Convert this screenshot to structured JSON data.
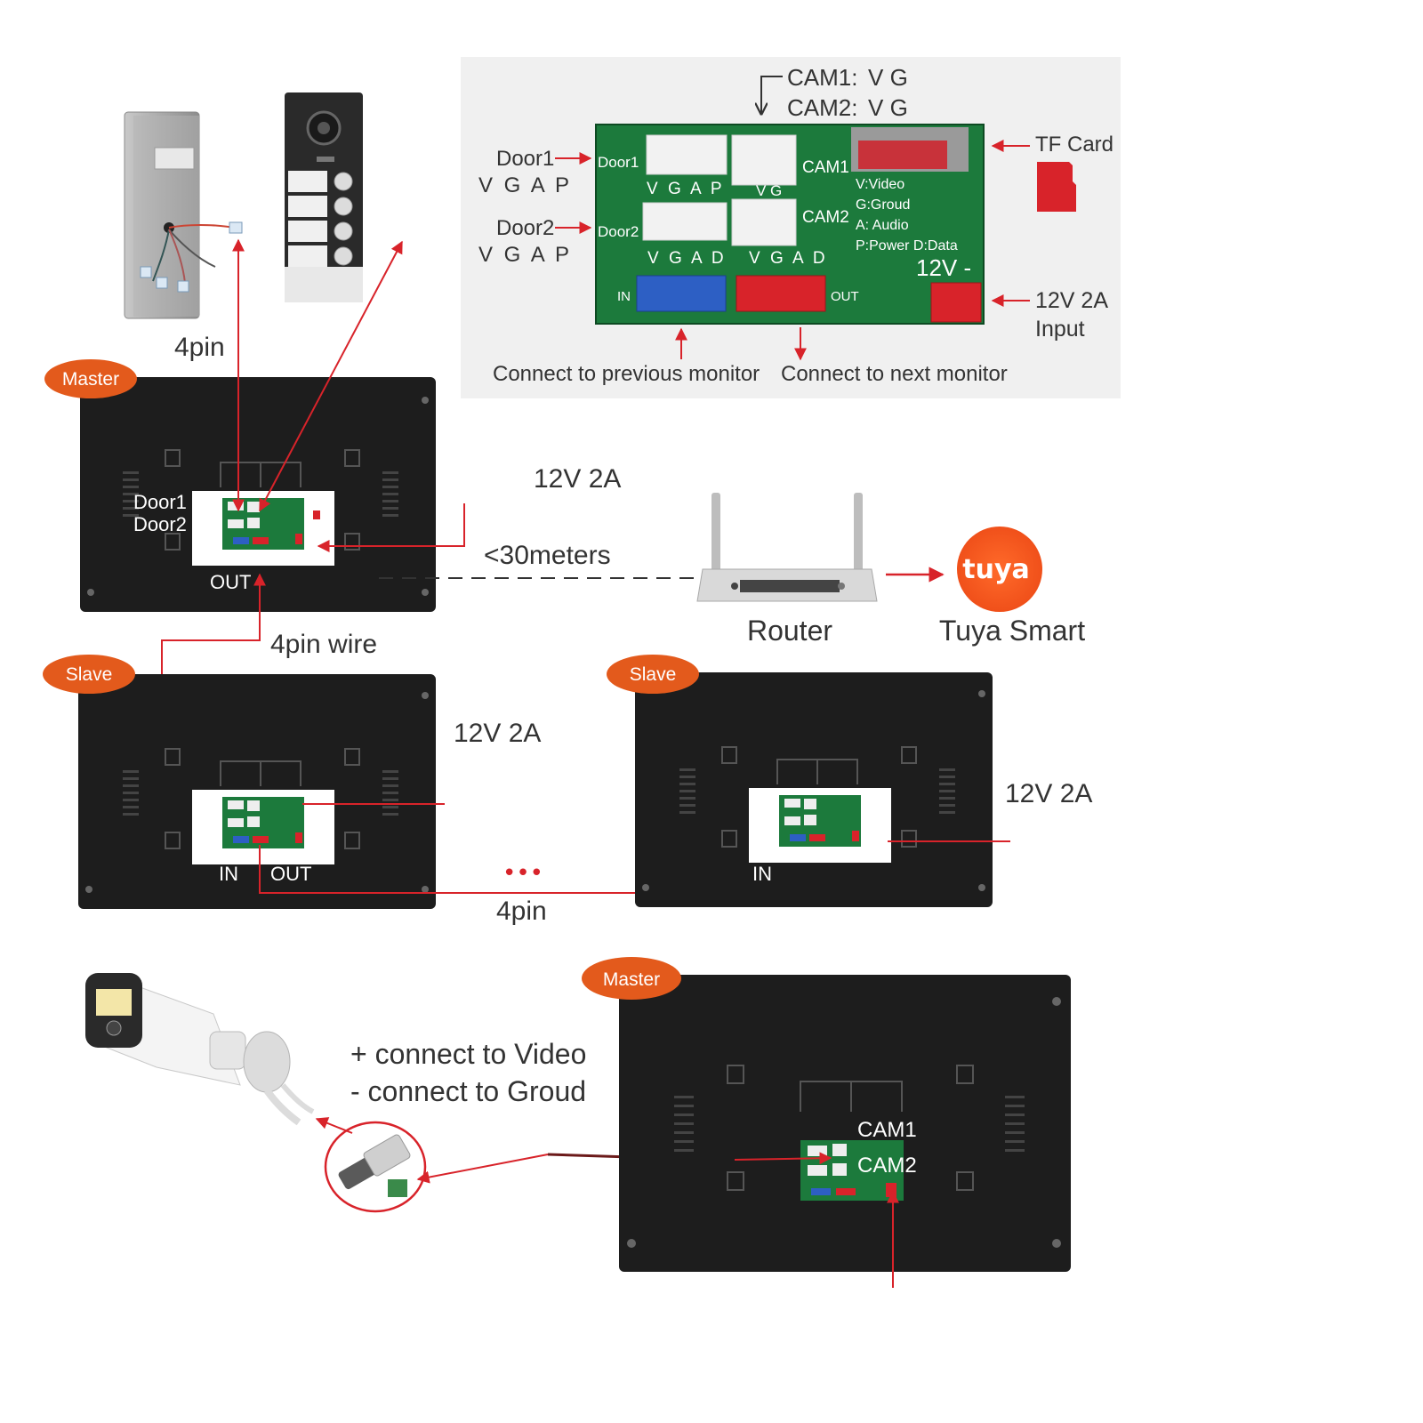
{
  "colors": {
    "accent_red": "#d8232a",
    "badge_orange": "#e35a1c",
    "pcb_green": "#1c7a3c",
    "monitor_black": "#1d1d1d",
    "panel_gray": "#f0f0f0"
  },
  "icons": [
    "doorbell-panel-icon",
    "multi-button-doorbell-icon",
    "router-icon",
    "tuya-logo",
    "bullet-camera-icon",
    "bnc-connector-icon",
    "tf-card-icon"
  ],
  "board_detail": {
    "cam1_label": "CAM1:",
    "cam2_label": "CAM2:",
    "cam_pins": "V  G",
    "door1": "Door1",
    "door2": "Door2",
    "door_pins": "V  G  A  P",
    "tf_card": "TF Card",
    "power_input_line1": "12V 2A",
    "power_input_line2": "Input",
    "connect_previous": "Connect to previous monitor",
    "connect_next": "Connect to next monitor",
    "pcb": {
      "door1": "Door1",
      "door2": "Door2",
      "cam1": "CAM1",
      "cam2": "CAM2",
      "pins_vgap": "V G A P",
      "pins_vg": "V G",
      "pins_vgad_left": "V G A D",
      "pins_vgad_right": "V G A D",
      "legend_v": "V:Video",
      "legend_g": "G:Groud",
      "legend_a": "A: Audio",
      "legend_pd": "P:Power D:Data",
      "voltage": "12V -",
      "in": "IN",
      "out": "OUT"
    }
  },
  "labels": {
    "four_pin_top": "4pin",
    "master": "Master",
    "slave": "Slave",
    "door1": "Door1",
    "door2": "Door2",
    "out": "OUT",
    "in": "IN",
    "power_12v": "12V 2A",
    "distance": "<30meters",
    "four_pin_wire": "4pin wire",
    "router": "Router",
    "tuya_logo_text": "tuya",
    "tuya_smart": "Tuya Smart",
    "ellipsis": "•••",
    "four_pin_bottom": "4pin",
    "connect_video": "+ connect to Video",
    "connect_ground": "- connect to Groud",
    "cam1": "CAM1",
    "cam2": "CAM2"
  }
}
